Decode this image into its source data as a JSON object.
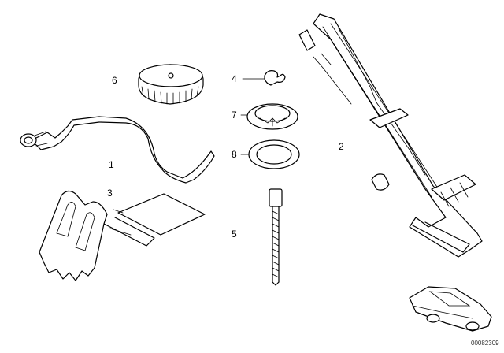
{
  "callouts": {
    "c1": "1",
    "c2": "2",
    "c3": "3",
    "c4": "4",
    "c5": "5",
    "c6": "6",
    "c7": "7",
    "c8": "8"
  },
  "caption": "00082309"
}
